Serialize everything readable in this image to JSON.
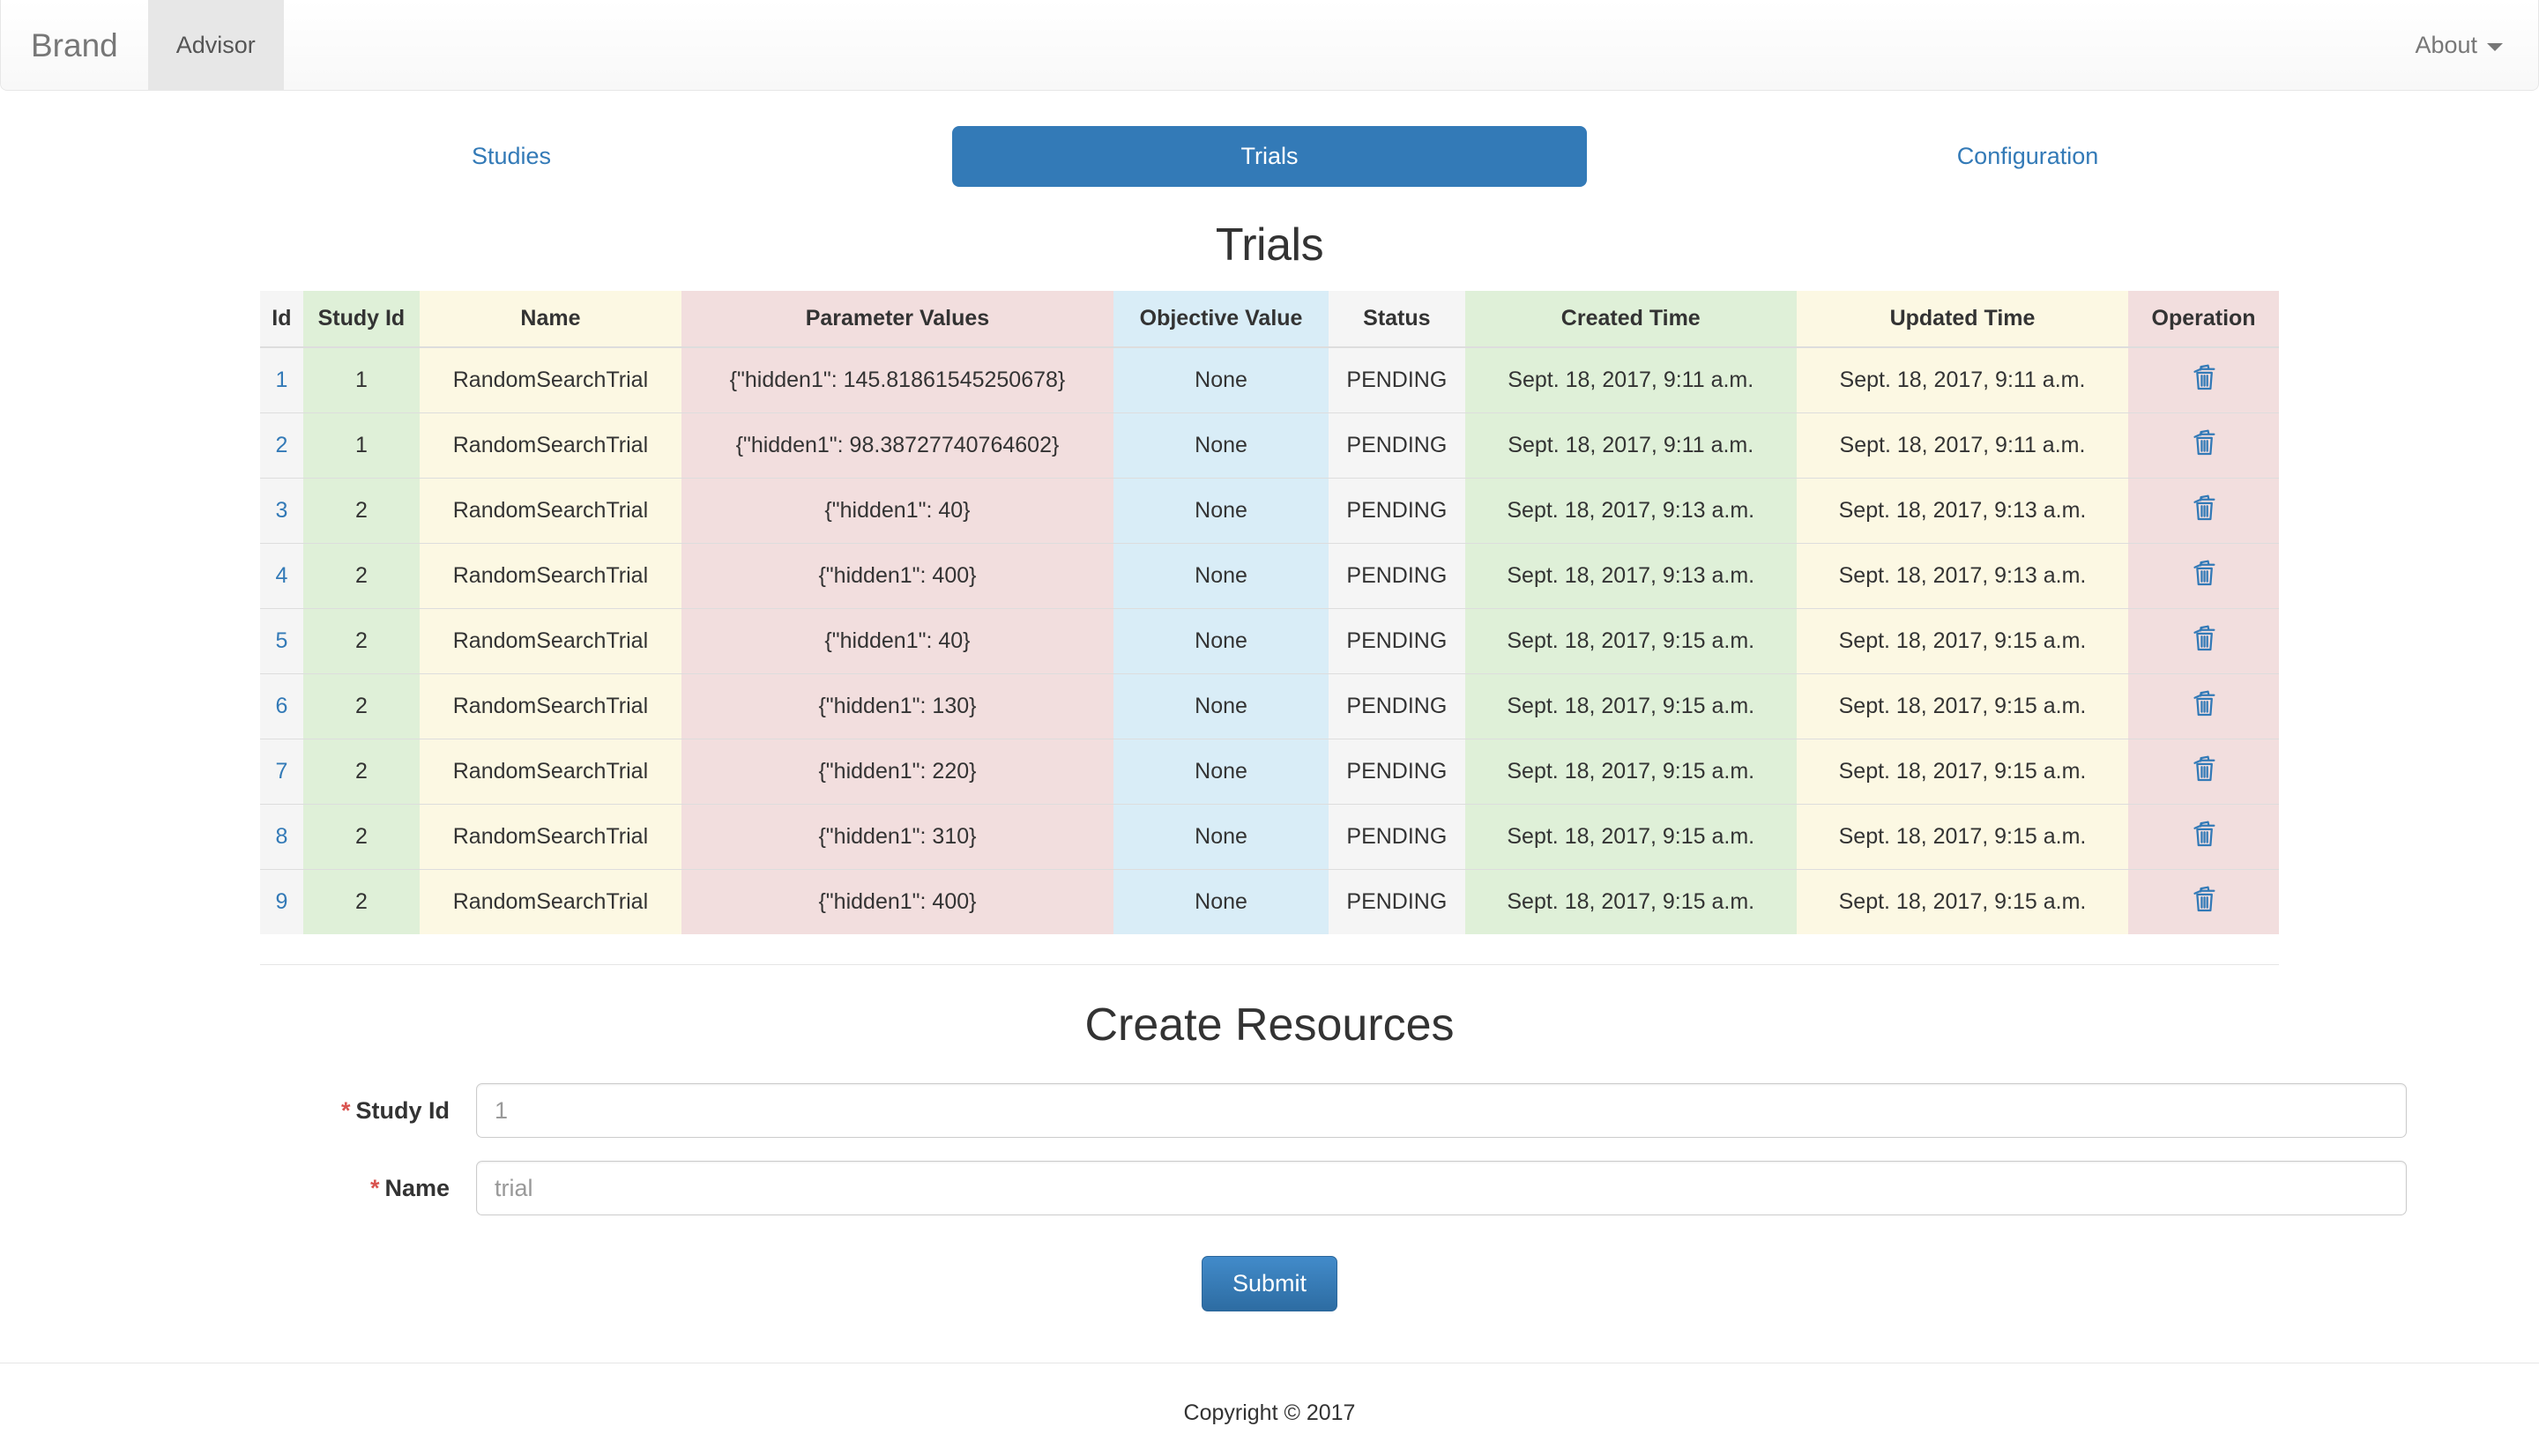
{
  "navbar": {
    "brand": "Brand",
    "item_advisor": "Advisor",
    "about": "About"
  },
  "tabs": [
    {
      "label": "Studies",
      "active": false
    },
    {
      "label": "Trials",
      "active": true
    },
    {
      "label": "Configuration",
      "active": false
    }
  ],
  "page": {
    "title": "Trials"
  },
  "table": {
    "columns": [
      "Id",
      "Study Id",
      "Name",
      "Parameter Values",
      "Objective Value",
      "Status",
      "Created Time",
      "Updated Time",
      "Operation"
    ],
    "rows": [
      {
        "id": "1",
        "study_id": "1",
        "name": "RandomSearchTrial",
        "parameter_values": "{\"hidden1\": 145.81861545250678}",
        "objective_value": "None",
        "status": "PENDING",
        "created_time": "Sept. 18, 2017, 9:11 a.m.",
        "updated_time": "Sept. 18, 2017, 9:11 a.m."
      },
      {
        "id": "2",
        "study_id": "1",
        "name": "RandomSearchTrial",
        "parameter_values": "{\"hidden1\": 98.38727740764602}",
        "objective_value": "None",
        "status": "PENDING",
        "created_time": "Sept. 18, 2017, 9:11 a.m.",
        "updated_time": "Sept. 18, 2017, 9:11 a.m."
      },
      {
        "id": "3",
        "study_id": "2",
        "name": "RandomSearchTrial",
        "parameter_values": "{\"hidden1\": 40}",
        "objective_value": "None",
        "status": "PENDING",
        "created_time": "Sept. 18, 2017, 9:13 a.m.",
        "updated_time": "Sept. 18, 2017, 9:13 a.m."
      },
      {
        "id": "4",
        "study_id": "2",
        "name": "RandomSearchTrial",
        "parameter_values": "{\"hidden1\": 400}",
        "objective_value": "None",
        "status": "PENDING",
        "created_time": "Sept. 18, 2017, 9:13 a.m.",
        "updated_time": "Sept. 18, 2017, 9:13 a.m."
      },
      {
        "id": "5",
        "study_id": "2",
        "name": "RandomSearchTrial",
        "parameter_values": "{\"hidden1\": 40}",
        "objective_value": "None",
        "status": "PENDING",
        "created_time": "Sept. 18, 2017, 9:15 a.m.",
        "updated_time": "Sept. 18, 2017, 9:15 a.m."
      },
      {
        "id": "6",
        "study_id": "2",
        "name": "RandomSearchTrial",
        "parameter_values": "{\"hidden1\": 130}",
        "objective_value": "None",
        "status": "PENDING",
        "created_time": "Sept. 18, 2017, 9:15 a.m.",
        "updated_time": "Sept. 18, 2017, 9:15 a.m."
      },
      {
        "id": "7",
        "study_id": "2",
        "name": "RandomSearchTrial",
        "parameter_values": "{\"hidden1\": 220}",
        "objective_value": "None",
        "status": "PENDING",
        "created_time": "Sept. 18, 2017, 9:15 a.m.",
        "updated_time": "Sept. 18, 2017, 9:15 a.m."
      },
      {
        "id": "8",
        "study_id": "2",
        "name": "RandomSearchTrial",
        "parameter_values": "{\"hidden1\": 310}",
        "objective_value": "None",
        "status": "PENDING",
        "created_time": "Sept. 18, 2017, 9:15 a.m.",
        "updated_time": "Sept. 18, 2017, 9:15 a.m."
      },
      {
        "id": "9",
        "study_id": "2",
        "name": "RandomSearchTrial",
        "parameter_values": "{\"hidden1\": 400}",
        "objective_value": "None",
        "status": "PENDING",
        "created_time": "Sept. 18, 2017, 9:15 a.m.",
        "updated_time": "Sept. 18, 2017, 9:15 a.m."
      }
    ],
    "row_action_icon": "trash-icon"
  },
  "form": {
    "title": "Create Resources",
    "fields": [
      {
        "label": "Study Id",
        "required_marker": "*",
        "value": "",
        "placeholder": "1"
      },
      {
        "label": "Name",
        "required_marker": "*",
        "value": "",
        "placeholder": "trial"
      }
    ],
    "submit_label": "Submit"
  },
  "footer": {
    "copyright": "Copyright © 2017"
  },
  "colors": {
    "primary": "#337ab7",
    "green": "#dff0d8",
    "yellow": "#fcf8e3",
    "red": "#f2dede",
    "blue": "#d9edf7",
    "gray": "#f5f5f5",
    "link": "#337ab7",
    "required": "#d9534f"
  }
}
